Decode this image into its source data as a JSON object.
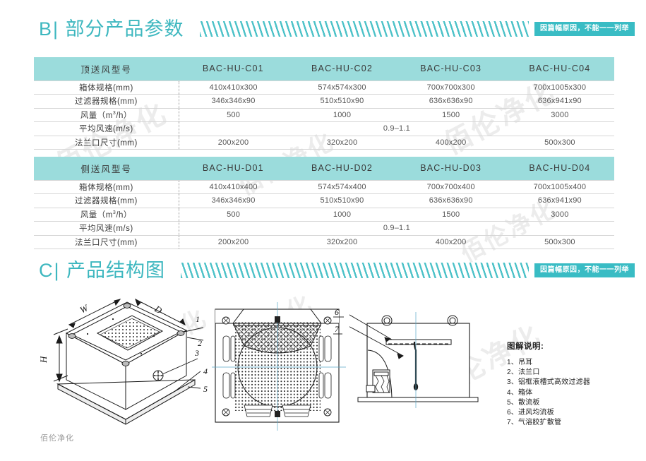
{
  "sections": [
    {
      "letter": "B",
      "title": "部分产品参数",
      "badge": "因篇幅原因，不能一一列举"
    },
    {
      "letter": "C",
      "title": "产品结构图",
      "badge": "因篇幅原因，不能一一列举"
    }
  ],
  "tables": [
    {
      "row_header_label": "顶送风型号",
      "columns": [
        "BAC-HU-C01",
        "BAC-HU-C02",
        "BAC-HU-C03",
        "BAC-HU-C04"
      ],
      "rows": [
        {
          "label": "箱体规格(mm)",
          "values": [
            "410x410x300",
            "574x574x300",
            "700x700x300",
            "700x1005x300"
          ]
        },
        {
          "label": "过滤器规格(mm)",
          "values": [
            "346x346x90",
            "510x510x90",
            "636x636x90",
            "636x941x90"
          ]
        },
        {
          "label_prefix": "风量（m",
          "label_sup": "3",
          "label_suffix": "/h）",
          "label": "风量（m3/h）",
          "values": [
            "500",
            "1000",
            "1500",
            "3000"
          ]
        },
        {
          "label": "平均风速(m/s)",
          "merged": true,
          "merged_value": "0.9–1.1"
        },
        {
          "label": "法兰口尺寸(mm)",
          "values": [
            "200x200",
            "320x200",
            "400x200",
            "500x300"
          ]
        }
      ]
    },
    {
      "row_header_label": "侧送风型号",
      "columns": [
        "BAC-HU-D01",
        "BAC-HU-D02",
        "BAC-HU-D03",
        "BAC-HU-D04"
      ],
      "rows": [
        {
          "label": "箱体规格(mm)",
          "values": [
            "410x410x400",
            "574x574x400",
            "700x700x400",
            "700x1005x400"
          ]
        },
        {
          "label": "过滤器规格(mm)",
          "values": [
            "346x346x90",
            "510x510x90",
            "636x636x90",
            "636x941x90"
          ]
        },
        {
          "label_prefix": "风量（m",
          "label_sup": "3",
          "label_suffix": "/h）",
          "label": "风量（m3/h）",
          "values": [
            "500",
            "1000",
            "1500",
            "3000"
          ]
        },
        {
          "label": "平均风速(m/s)",
          "merged": true,
          "merged_value": "0.9–1.1"
        },
        {
          "label": "法兰口尺寸(mm)",
          "values": [
            "200x200",
            "320x200",
            "400x200",
            "500x300"
          ]
        }
      ]
    }
  ],
  "diagram": {
    "dimension_labels": [
      "W",
      "D",
      "H"
    ],
    "callouts_left": [
      "1",
      "2",
      "3",
      "4",
      "5"
    ],
    "callouts_right": [
      "6",
      "7"
    ],
    "legend": {
      "title": "图解说明:",
      "items": [
        "1、吊耳",
        "2、法兰口",
        "3、铝框液槽式高效过滤器",
        "4、箱体",
        "5、散流板",
        "6、进风均流板",
        "7、气溶胶扩散管"
      ]
    }
  },
  "footer": {
    "brand": "佰伦净化"
  },
  "watermarks": {
    "text": "佰伦净化"
  },
  "colors": {
    "accent": "#3db7bf",
    "table_header": "#9bdcdc",
    "badge": "#39bcc4"
  }
}
